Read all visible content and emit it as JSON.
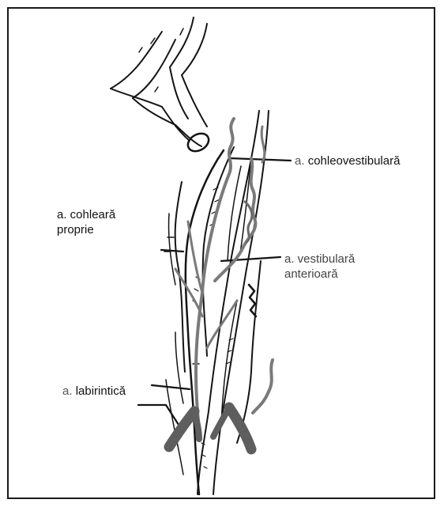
{
  "labels": {
    "cohleovestibulara": {
      "prefix": "a.",
      "name": "cohleovestibulară"
    },
    "cohleara_proprie": {
      "line1": "a. cohleară",
      "line2": "proprie"
    },
    "vestibulara_anterioara": {
      "line1": "a. vestibulară",
      "line2": "anterioară"
    },
    "labirintica": {
      "prefix": "a.",
      "name": "labirintică"
    }
  },
  "colors": {
    "line": "#141414",
    "vessel": "#7a7a7a",
    "vessel_dark": "#5e5e5e",
    "border": "#1a1a1a"
  }
}
